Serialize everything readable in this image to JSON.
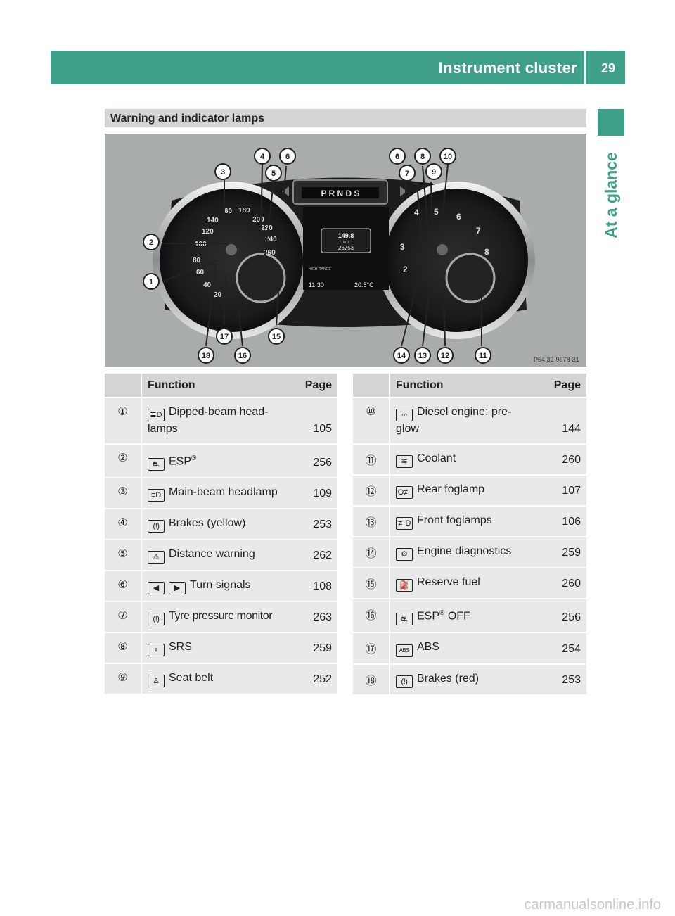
{
  "header": {
    "title": "Instrument cluster",
    "page_number": "29"
  },
  "side_tab": {
    "label": "At a glance"
  },
  "section": {
    "title": "Warning and indicator lamps"
  },
  "figure": {
    "code": "P54.32-9678-31",
    "gear_display": "P R N D S",
    "odometer": "149.8",
    "odometer_unit": "km",
    "trip": "26753",
    "clock": "11:30",
    "temperature": "20.5°C",
    "range_label": "HIGH RANGE",
    "callouts": [
      "1",
      "2",
      "3",
      "4",
      "5",
      "6",
      "6",
      "7",
      "8",
      "9",
      "10",
      "11",
      "12",
      "13",
      "14",
      "15",
      "16",
      "17",
      "18"
    ]
  },
  "table_headers": {
    "function": "Function",
    "page": "Page"
  },
  "left_rows": [
    {
      "num": "①",
      "icon": "dipped-beam-icon",
      "glyph": "≣D",
      "text": "Dipped-beam head-",
      "text2": "lamps",
      "page": "105"
    },
    {
      "num": "②",
      "icon": "esp-icon",
      "glyph": "⛐",
      "text": "ESP",
      "sup": "®",
      "page": "256"
    },
    {
      "num": "③",
      "icon": "main-beam-icon",
      "glyph": "≡D",
      "text": "Main-beam headlamp",
      "page": "109"
    },
    {
      "num": "④",
      "icon": "brake-icon",
      "glyph": "(!)",
      "text": "Brakes (yellow)",
      "page": "253"
    },
    {
      "num": "⑤",
      "icon": "distance-warning-icon",
      "glyph": "⚠",
      "text": "Distance warning",
      "page": "262"
    },
    {
      "num": "⑥",
      "icon": "turn-signal-icon",
      "glyph": "◀",
      "glyph2": "▶",
      "text": "Turn signals",
      "page": "108"
    },
    {
      "num": "⑦",
      "icon": "tyre-pressure-icon",
      "glyph": "(!)",
      "text": "Tyre pressure monitor",
      "page": "263"
    },
    {
      "num": "⑧",
      "icon": "srs-icon",
      "glyph": "♀",
      "text": "SRS",
      "page": "259"
    },
    {
      "num": "⑨",
      "icon": "seat-belt-icon",
      "glyph": "♙",
      "text": "Seat belt",
      "page": "252"
    }
  ],
  "right_rows": [
    {
      "num": "⑩",
      "icon": "preglow-icon",
      "glyph": "∞",
      "text": "Diesel engine: pre-",
      "text2": "glow",
      "page": "144"
    },
    {
      "num": "⑪",
      "icon": "coolant-icon",
      "glyph": "≋",
      "text": "Coolant",
      "page": "260"
    },
    {
      "num": "⑫",
      "icon": "rear-foglamp-icon",
      "glyph": "O≢",
      "text": "Rear foglamp",
      "page": "107"
    },
    {
      "num": "⑬",
      "icon": "front-foglamp-icon",
      "glyph": "≢D",
      "text": "Front foglamps",
      "page": "106"
    },
    {
      "num": "⑭",
      "icon": "engine-diagnostics-icon",
      "glyph": "⚙",
      "text": "Engine diagnostics",
      "page": "259"
    },
    {
      "num": "⑮",
      "icon": "reserve-fuel-icon",
      "glyph": "⛽",
      "text": "Reserve fuel",
      "page": "260"
    },
    {
      "num": "⑯",
      "icon": "esp-off-icon",
      "glyph": "⛐",
      "text": "ESP",
      "sup": "®",
      "text_after": " OFF",
      "page": "256"
    },
    {
      "num": "⑰",
      "icon": "abs-icon",
      "glyph": "ABS",
      "text": "ABS",
      "page": "254"
    },
    {
      "num": "⑱",
      "icon": "brake-red-icon",
      "glyph": "(!)",
      "text": "Brakes (red)",
      "page": "253"
    }
  ],
  "watermark": "carmanualsonline.info",
  "colors": {
    "accent": "#3fa08a",
    "table_bg": "#e8eae9",
    "header_bg": "#d3d6d4"
  }
}
